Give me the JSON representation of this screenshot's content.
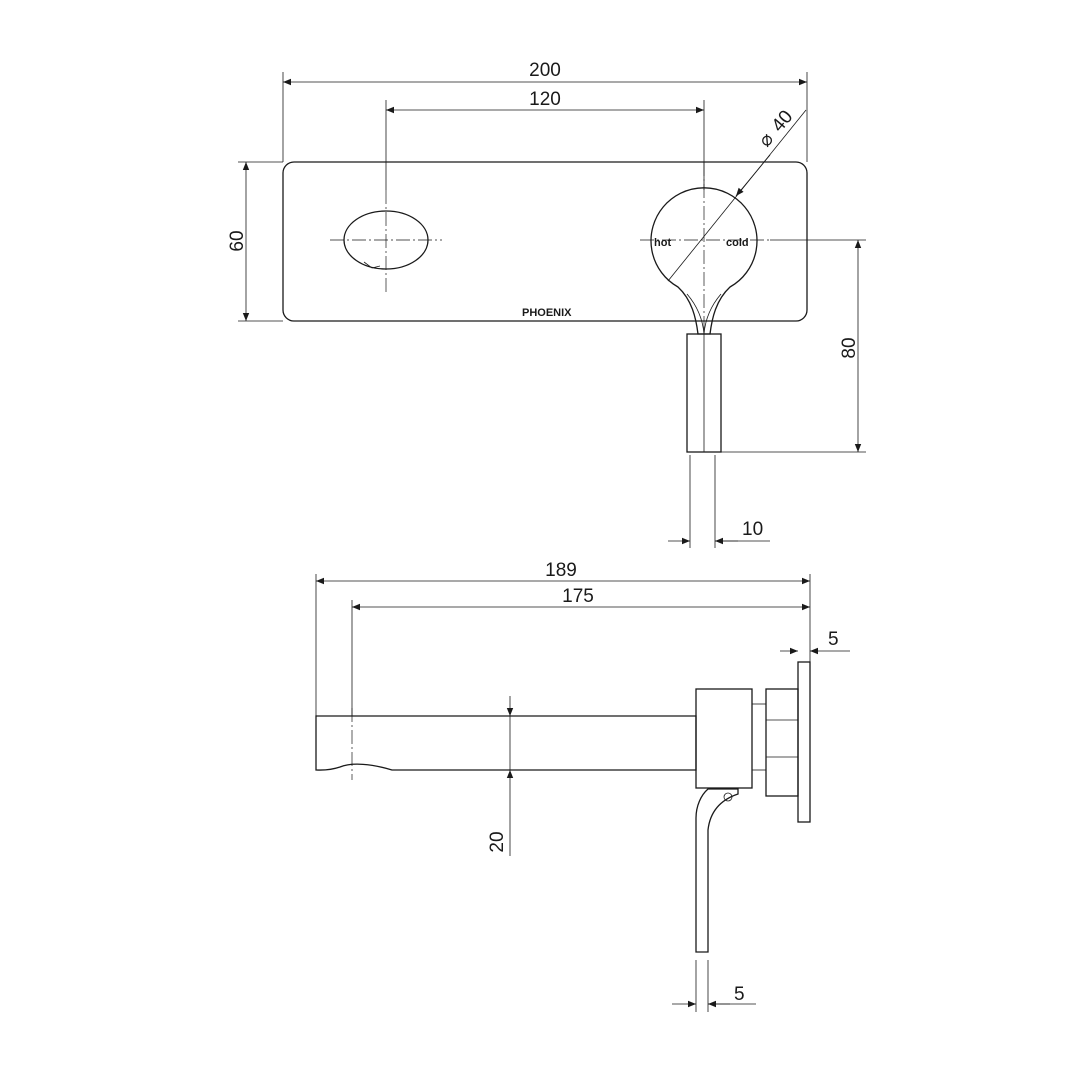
{
  "front_view": {
    "brand": "PHOENIX",
    "hot_label": "hot",
    "cold_label": "cold",
    "dim_width": "200",
    "dim_center_spacing": "120",
    "dim_diameter": "40",
    "dim_height": "60",
    "dim_handle_drop": "80",
    "dim_handle_width": "10"
  },
  "side_view": {
    "dim_overall_length": "189",
    "dim_spout_reach": "175",
    "dim_plate_thickness": "5",
    "dim_spout_height": "20",
    "dim_lever_thickness": "5"
  }
}
